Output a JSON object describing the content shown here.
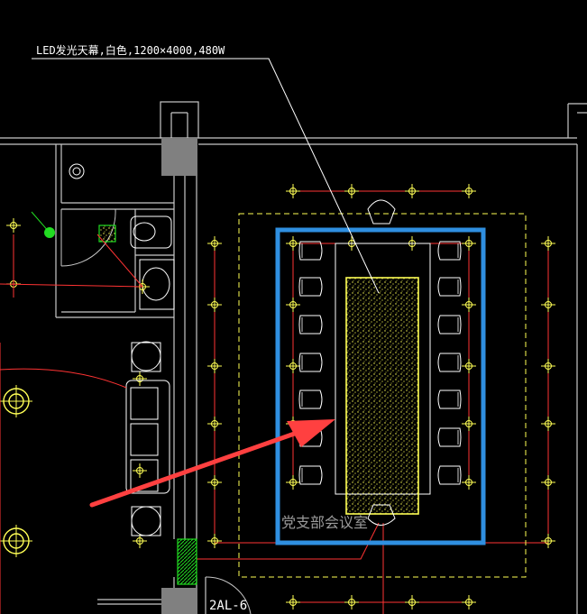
{
  "drawing": {
    "annotation_led": "LED发光天幕,白色,1200×4000,480W",
    "room_label": "党支部会议室",
    "circuit_label": "2AL-6"
  },
  "colors": {
    "background": "#000000",
    "wall": "#c8c8c8",
    "light_fixture": "#ffff55",
    "circuit": "#ff3333",
    "furniture": "#ffffff",
    "highlight_box": "#2f8fe0",
    "pointer_arrow": "#ff4040",
    "green_device": "#22dd22"
  }
}
